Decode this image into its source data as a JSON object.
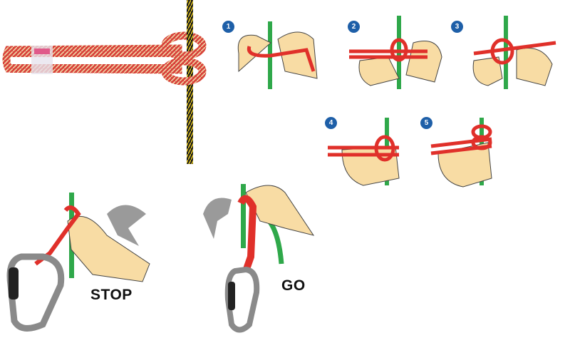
{
  "steps": [
    {
      "number": "1"
    },
    {
      "number": "2"
    },
    {
      "number": "3"
    },
    {
      "number": "4"
    },
    {
      "number": "5"
    }
  ],
  "labels": {
    "stop": "STOP",
    "go": "GO"
  },
  "colors": {
    "badge": "#1e5fa8",
    "rope_red": "#e0302a",
    "rope_green": "#2fa84a",
    "skin": "#f8dca4",
    "carabiner": "#8a8a8a"
  }
}
